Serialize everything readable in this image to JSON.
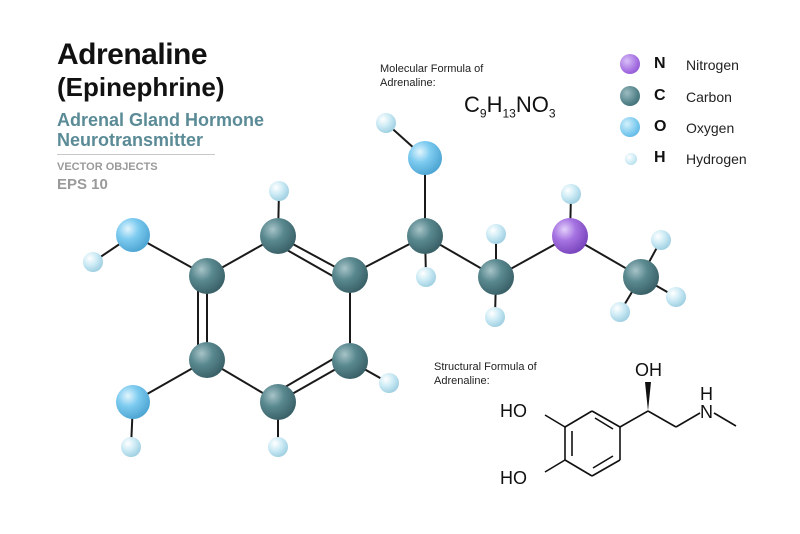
{
  "header": {
    "title": "Adrenaline",
    "subtitle": "(Epinephrine)",
    "line1": "Adrenal Gland Hormone",
    "line2": "Neurotransmitter",
    "vector_label": "VECTOR OBJECTS",
    "eps_label": "EPS 10"
  },
  "molecular": {
    "caption_line1": "Molecular Formula of",
    "caption_line2": "Adrenaline:",
    "formula": {
      "c": "C",
      "c_n": "9",
      "h": "H",
      "h_n": "13",
      "rest": "NO",
      "o_n": "3"
    }
  },
  "legend": [
    {
      "symbol": "N",
      "name": "Nitrogen",
      "color": "#a26ae0"
    },
    {
      "symbol": "C",
      "name": "Carbon",
      "color": "#4f7f86"
    },
    {
      "symbol": "O",
      "name": "Oxygen",
      "color": "#73c6ee"
    },
    {
      "symbol": "H",
      "name": "Hydrogen",
      "color": "#c5e8f3"
    }
  ],
  "structural": {
    "caption_line1": "Structural  Formula of",
    "caption_line2": "Adrenaline:",
    "labels": {
      "oh_top": "OH",
      "ho_upper": "HO",
      "ho_lower": "HO",
      "nh_n": "N",
      "nh_h": "H"
    }
  },
  "colors": {
    "carbon": "#4f7f86",
    "oxygen": "#73c6ee",
    "nitrogen": "#a26ae0",
    "hydrogen": "#c5e8f3",
    "accent_text": "#5b8b96"
  }
}
